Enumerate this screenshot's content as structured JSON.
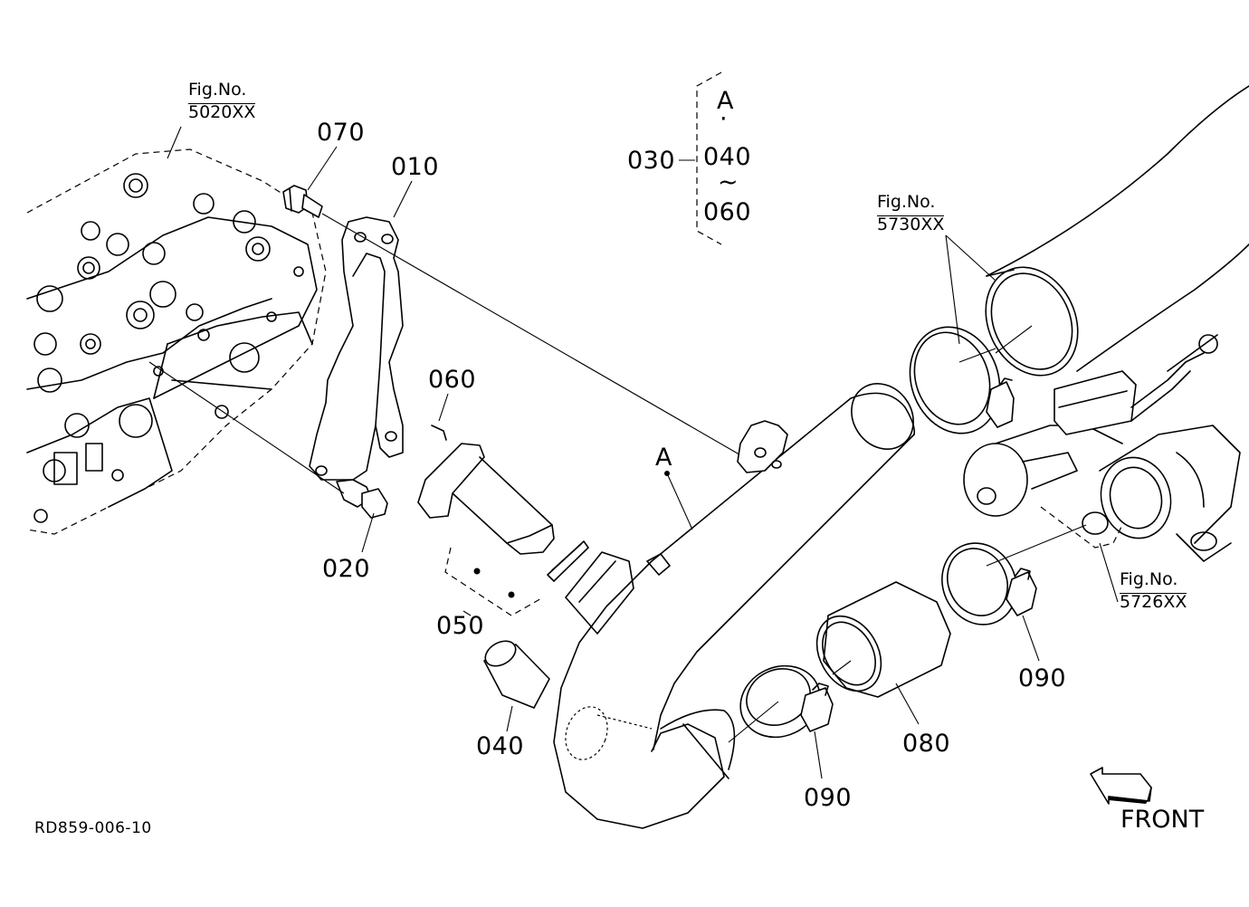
{
  "diagram": {
    "part_labels": {
      "p010": "010",
      "p020": "020",
      "p030": "030",
      "p040": "040",
      "p050": "050",
      "p060": "060",
      "p070": "070",
      "p080": "080",
      "p090a": "090",
      "p090b": "090"
    },
    "group_bracket": {
      "top": "A",
      "dot": "·",
      "from": "040",
      "tilde": "~",
      "to": "060"
    },
    "callout_a": "A",
    "fig_refs": [
      {
        "caption": "Fig.No.",
        "number": "5020XX"
      },
      {
        "caption": "Fig.No.",
        "number": "5730XX"
      },
      {
        "caption": "Fig.No.",
        "number": "5726XX"
      }
    ],
    "drawing_code": "RD859-006-10",
    "direction": "FRONT",
    "icons": [
      "front-arrow-icon",
      "dot-marker-icon"
    ]
  }
}
